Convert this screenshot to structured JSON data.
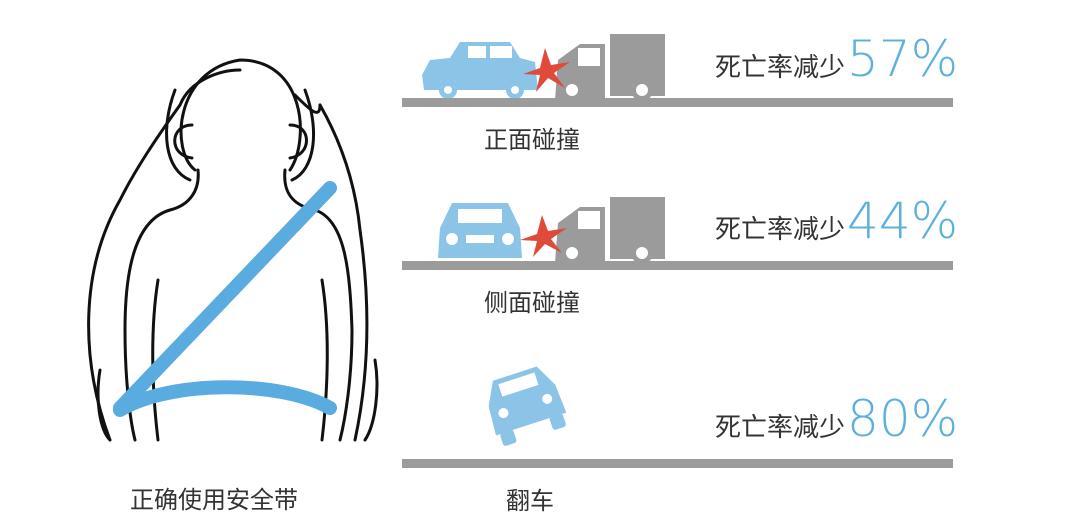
{
  "figure": {
    "caption": "正确使用安全带",
    "rows": [
      {
        "scenario": "正面碰撞",
        "stat_text": "死亡率减少",
        "percent": "57%",
        "icon": "frontal-collision-icon"
      },
      {
        "scenario": "侧面碰撞",
        "stat_text": "死亡率减少",
        "percent": "44%",
        "icon": "side-collision-icon"
      },
      {
        "scenario": "翻车",
        "stat_text": "死亡率减少",
        "percent": "80%",
        "icon": "rollover-car-icon"
      }
    ]
  },
  "colors": {
    "accent_blue": "#5cb0dc",
    "car_blue": "#8cc4e8",
    "truck_gray": "#9b9b9b",
    "crash_red": "#e04a3a",
    "belt_blue": "#5aace0"
  }
}
